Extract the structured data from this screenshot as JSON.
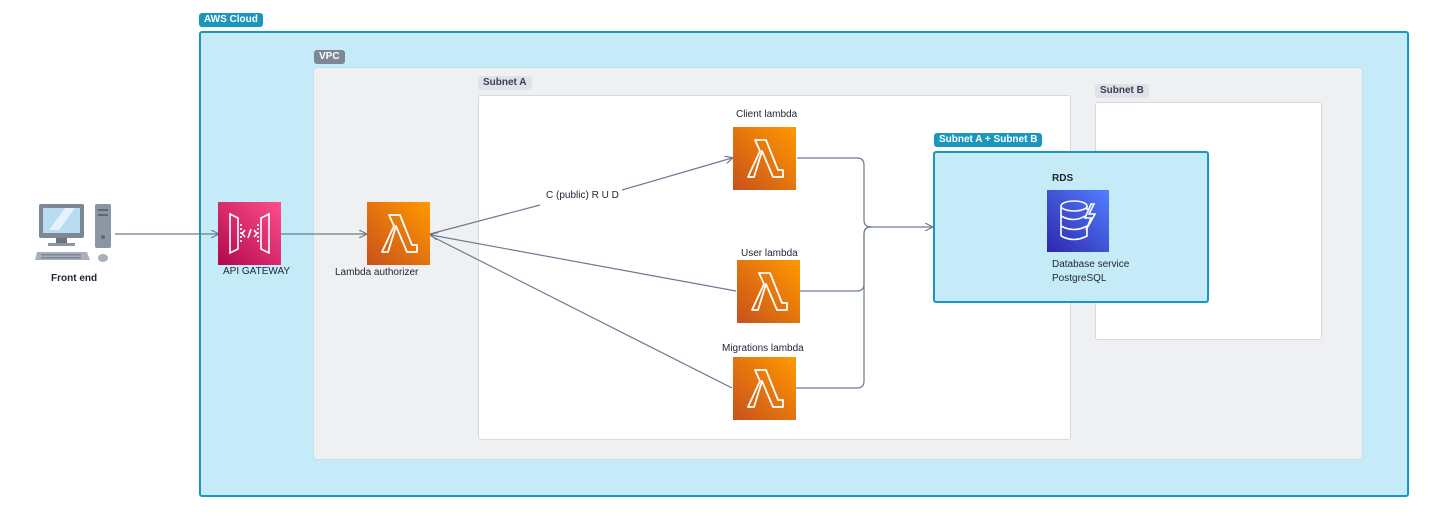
{
  "groups": {
    "aws_cloud": "AWS Cloud",
    "vpc": "VPC",
    "subnet_a": "Subnet A",
    "subnet_b": "Subnet B",
    "subnet_ab": "Subnet A + Subnet B"
  },
  "nodes": {
    "front_end": "Front end",
    "api_gateway": "API GATEWAY",
    "lambda_authorizer": "Lambda authorizer",
    "client_lambda": "Client lambda",
    "user_lambda": "User lambda",
    "migrations_lambda": "Migrations lambda",
    "rds": "RDS",
    "db_service": "Database service",
    "db_engine": "PostgreSQL"
  },
  "edges": {
    "crud_label": "C (public) R U D"
  },
  "colors": {
    "aws_cloud_fill": "#c5ebf9",
    "aws_cloud_border": "#1b97bd",
    "vpc_fill": "#eff0f2",
    "vpc_tag": "#7d8796",
    "lambda_orange": "#e8761a",
    "api_pink": "#e7297e",
    "rds_blue": "#3a4fd8",
    "wire": "#6b7a90"
  },
  "icons": {
    "front_end": "desktop-computer-icon",
    "api_gateway": "api-gateway-icon",
    "lambda": "lambda-icon",
    "rds": "dynamodb-database-icon"
  }
}
